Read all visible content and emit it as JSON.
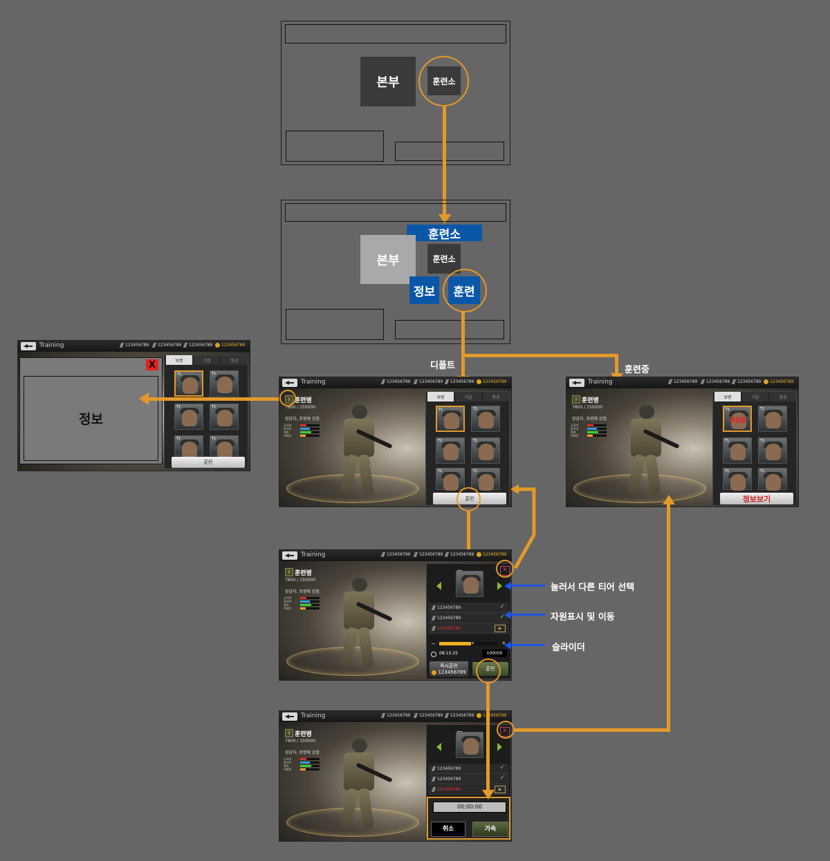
{
  "flow": {
    "screen1": {
      "hq_label": "본부",
      "training_label": "훈련소"
    },
    "screen2": {
      "hq_label": "본부",
      "training_label": "훈련소",
      "header_tag": "훈련소",
      "info_btn": "정보",
      "train_btn": "훈련"
    },
    "labels": {
      "default": "디폴트",
      "training": "훈련중"
    },
    "annotations": {
      "tier_select": "눌러서 다른 티어 선택",
      "resource": "자원표시 및 이동",
      "slider": "슬라이더"
    }
  },
  "game": {
    "title": "Training",
    "resources": [
      "123456789",
      "123456789",
      "123456789"
    ],
    "gold": "123456789",
    "tabs": [
      "보병",
      "기갑",
      "항공"
    ],
    "unit": {
      "name": "훈련병",
      "exp": "7800 / 150000",
      "desc": "장갑차, 포병에 강함.",
      "stats": [
        "공격력",
        "방어력",
        "체력",
        "적재량"
      ]
    },
    "tier": "T1",
    "train_button": "훈련",
    "info_view_button": "정보보기",
    "in_training_badge": "훈련중",
    "info_popup": {
      "label": "정보",
      "close": "X"
    },
    "costs": [
      "123456789",
      "123456789",
      "123456789"
    ],
    "time": "08:15:25",
    "amount": "100000",
    "instant": {
      "label": "즉시훈련",
      "cost": "123456789"
    },
    "timer": "00:00:00",
    "cancel": "취소",
    "speedup": "가속"
  },
  "colors": {
    "accent": "#e39a2a",
    "blue": "#0a57a8",
    "arrow_blue": "#1e55e6",
    "background": "#666666"
  }
}
